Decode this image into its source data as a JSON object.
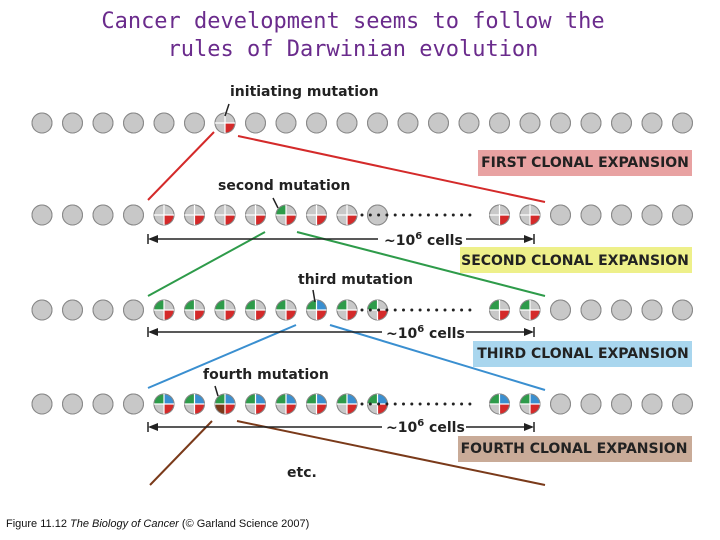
{
  "title_line1": "Cancer development seems to follow the",
  "title_line2": "rules of Darwinian evolution",
  "mutations": {
    "initiating": "initiating mutation",
    "second": "second mutation",
    "third": "third mutation",
    "fourth": "fourth mutation"
  },
  "cell_count": "~10",
  "cell_count_exp": "6",
  "cell_count_unit": " cells",
  "etc": "etc.",
  "expansions": [
    {
      "label": "FIRST CLONAL EXPANSION",
      "color": "#e8a2a2"
    },
    {
      "label": "SECOND CLONAL EXPANSION",
      "color": "#eef08a"
    },
    {
      "label": "THIRD CLONAL EXPANSION",
      "color": "#a9d6ee"
    },
    {
      "label": "FOURTH CLONAL EXPANSION",
      "color": "#c9ab98"
    }
  ],
  "colors": {
    "cell": "#c8c8c8",
    "red": "#d42a2a",
    "green": "#2e9b4a",
    "blue": "#3a8fd0",
    "brown": "#7a3a1a",
    "title": "#6a2b8c"
  },
  "caption": {
    "figure": "Figure 11.12",
    "book": "The Biology of Cancer",
    "credit": "(© Garland Science 2007)"
  }
}
